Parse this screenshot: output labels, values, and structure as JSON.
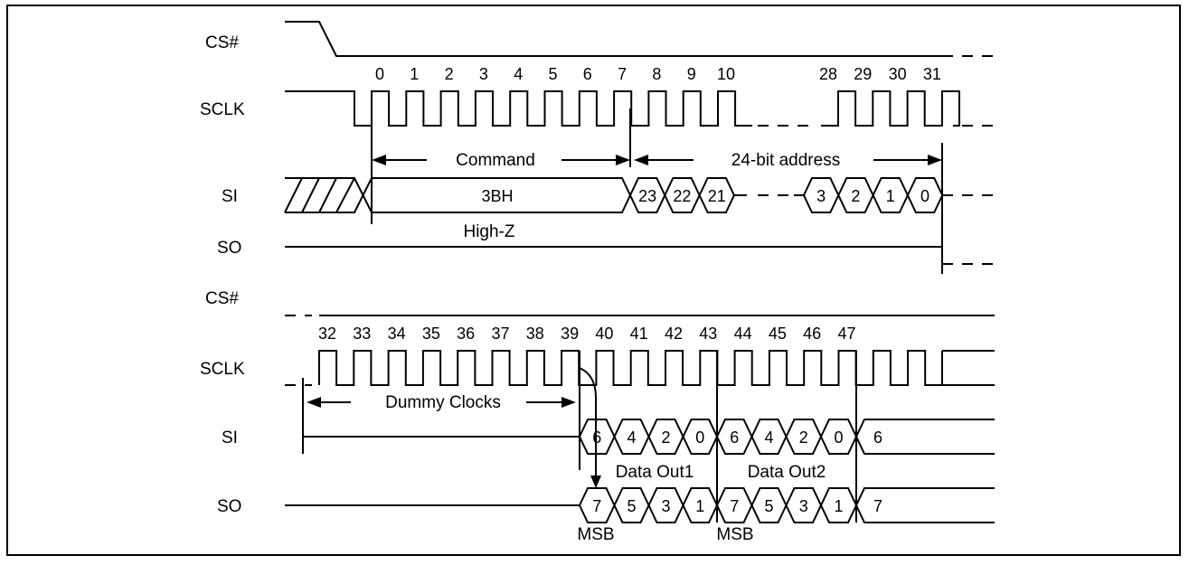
{
  "title": "Fast Read Dual Output (3BH) timing",
  "upper_panel": {
    "signals": [
      "CS#",
      "SCLK",
      "SI",
      "SO"
    ],
    "clock_numbers": [
      "0",
      "1",
      "2",
      "3",
      "4",
      "5",
      "6",
      "7",
      "8",
      "9",
      "10",
      "28",
      "29",
      "30",
      "31"
    ],
    "command_label": "Command",
    "address_label": "24-bit address",
    "command_value": "3BH",
    "so_state": "High-Z",
    "address_bits_high": [
      "23",
      "22",
      "21"
    ],
    "address_bits_low": [
      "3",
      "2",
      "1",
      "0"
    ]
  },
  "lower_panel": {
    "signals": [
      "CS#",
      "SCLK",
      "SI",
      "SO"
    ],
    "clock_numbers": [
      "32",
      "33",
      "34",
      "35",
      "36",
      "37",
      "38",
      "39",
      "40",
      "41",
      "42",
      "43",
      "44",
      "45",
      "46",
      "47"
    ],
    "dummy_label": "Dummy Clocks",
    "si_bits": [
      "6",
      "4",
      "2",
      "0",
      "6",
      "4",
      "2",
      "0",
      "6"
    ],
    "so_bits": [
      "7",
      "5",
      "3",
      "1",
      "7",
      "5",
      "3",
      "1",
      "7"
    ],
    "data_out1_label": "Data Out1",
    "data_out2_label": "Data Out2",
    "msb_label": "MSB"
  },
  "colors": {
    "line": "#000000",
    "background": "#ffffff"
  }
}
